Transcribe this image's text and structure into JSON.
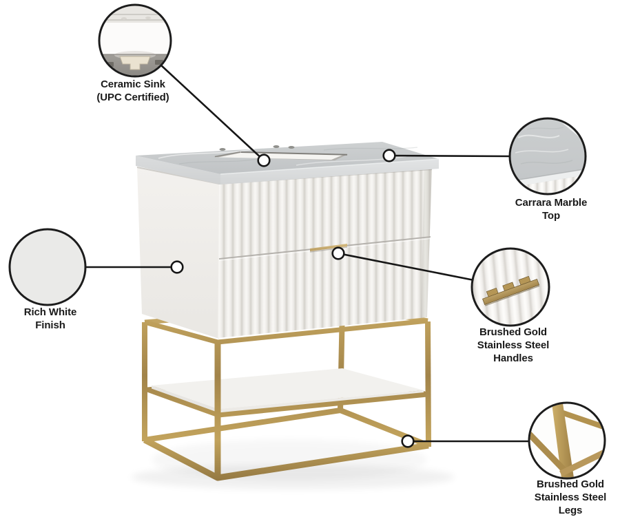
{
  "callouts": [
    {
      "id": "ceramic-sink",
      "lines": [
        "Ceramic Sink",
        "(UPC Certified)"
      ]
    },
    {
      "id": "carrara-marble-top",
      "lines": [
        "Carrara Marble",
        "Top"
      ]
    },
    {
      "id": "rich-white-finish",
      "lines": [
        "Rich White",
        "Finish"
      ]
    },
    {
      "id": "brushed-gold-handles",
      "lines": [
        "Brushed Gold",
        "Stainless Steel",
        "Handles"
      ]
    },
    {
      "id": "brushed-gold-legs",
      "lines": [
        "Brushed Gold",
        "Stainless Steel",
        "Legs"
      ]
    }
  ],
  "colors": {
    "background": "#ffffff",
    "line_black": "#161616",
    "gold": "#b2924f",
    "gold_light": "#cfae63",
    "gold_dark": "#8a7040",
    "marble_gray": "#c6c9ca",
    "marble_edge": "#dcdedf",
    "cabinet_white": "#f1efec",
    "flute_highlight": "#fcfbf9",
    "flute_shadow": "#d8d5d0",
    "callout_fill": "#eaeae8"
  }
}
